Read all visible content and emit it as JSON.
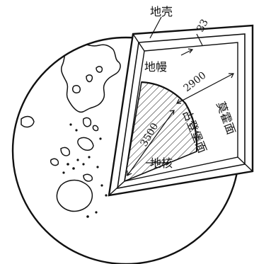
{
  "labels": {
    "crust": "地壳",
    "mantle": "地幔",
    "core": "地核",
    "moho": "莫霍面",
    "gutenberg": "古登堡面",
    "crust_thickness": "33",
    "mantle_thickness": "2900",
    "core_radius": "3500"
  }
}
